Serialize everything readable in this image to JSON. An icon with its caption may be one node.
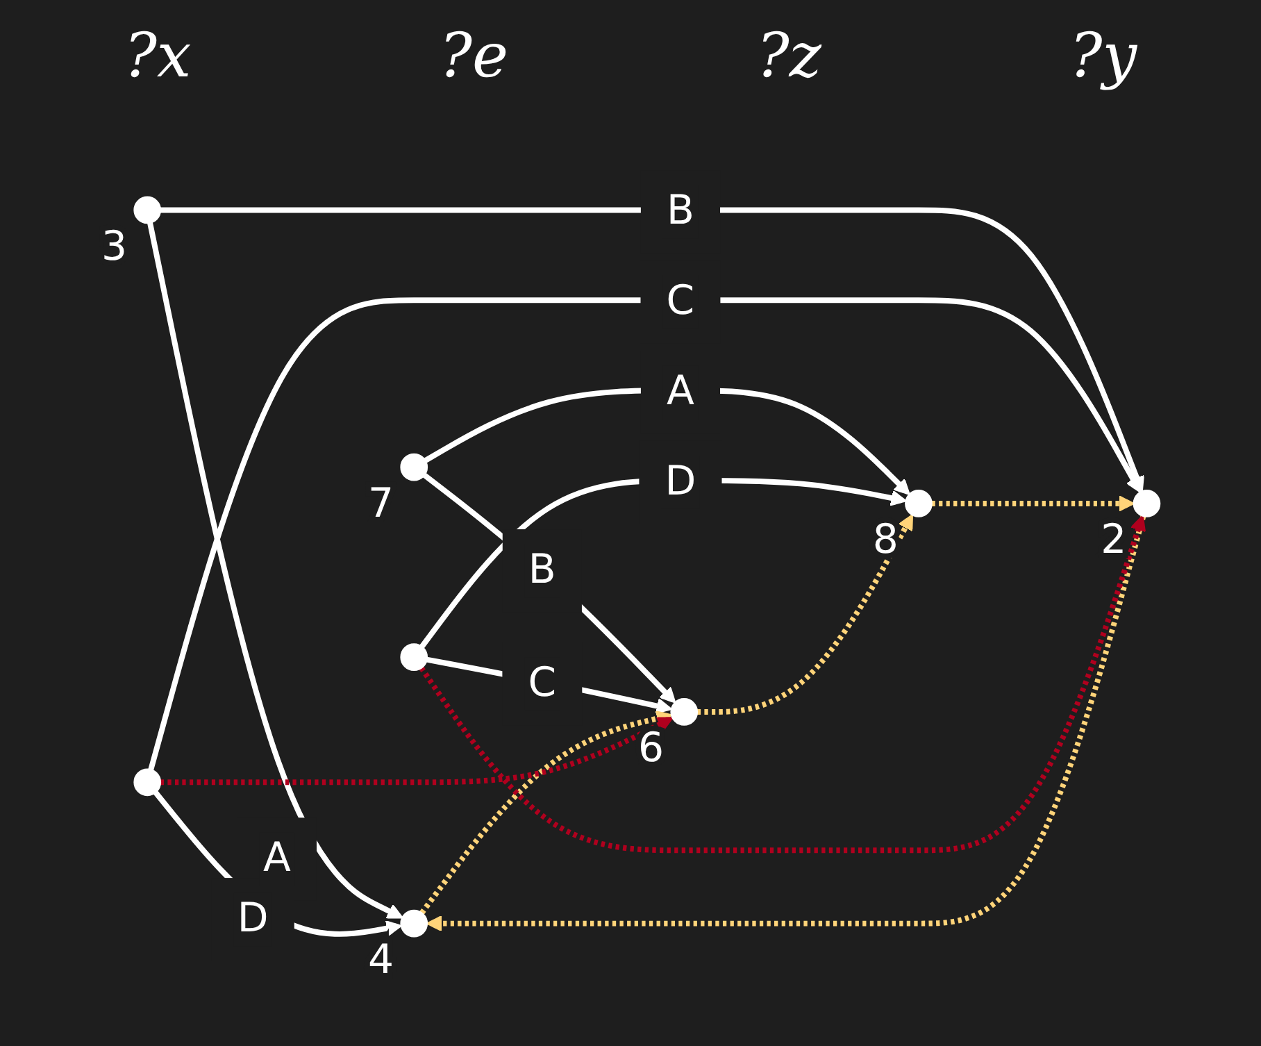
{
  "diagram": {
    "nodes": [
      {
        "text": [],
        "shape": "circle",
        "beside": [
          "4"
        ]
      },
      {
        "text": [],
        "shape": "circle"
      },
      {
        "text": [],
        "shape": "circle",
        "beside": [
          "3"
        ]
      },
      {
        "text": [],
        "shape": "circle",
        "beside": [
          "2"
        ]
      },
      {
        "text": [],
        "shape": "circle",
        "beside": [
          "8"
        ]
      },
      {
        "text": [],
        "shape": "circle"
      },
      {
        "text": [],
        "shape": "circle",
        "beside": [
          "7"
        ]
      },
      {
        "text": [],
        "shape": "circle",
        "beside": [
          "6"
        ]
      }
    ],
    "edges": [
      {
        "from": 2,
        "to": 0,
        "arrow": "to",
        "label": "A"
      },
      {
        "from": 2,
        "to": 3,
        "arrow": "to",
        "label": "B"
      },
      {
        "from": 1,
        "to": 0,
        "arrow": "to",
        "label": "D"
      },
      {
        "from": 1,
        "to": 3,
        "arrow": "to",
        "label": "C"
      },
      {
        "from": 6,
        "to": 4,
        "arrow": "to",
        "label": "A"
      },
      {
        "from": 6,
        "to": 7,
        "arrow": "to",
        "label": "B"
      },
      {
        "from": 5,
        "to": 4,
        "arrow": "to",
        "label": "D"
      },
      {
        "from": 5,
        "to": 7,
        "arrow": "to",
        "label": "C"
      },
      {
        "from": 3,
        "to": 0,
        "arrow": "to",
        "style": "dashed",
        "color": "#ffd479"
      },
      {
        "from": 0,
        "to": 7,
        "arrow": "to",
        "style": "dashed",
        "color": "#ffd479"
      },
      {
        "from": 4,
        "to": 3,
        "arrow": "to",
        "style": "dashed",
        "color": "#ffd479"
      },
      {
        "from": 7,
        "to": 4,
        "arrow": "to",
        "style": "dashed",
        "color": "#ffd479"
      },
      {
        "from": 1,
        "to": 7,
        "arrow": "to",
        "style": "dashed",
        "color": "#b0001e"
      },
      {
        "from": 5,
        "to": 3,
        "arrow": "to",
        "style": "dashed",
        "color": "#b0001e"
      }
    ],
    "labels": [
      "?x",
      "?e",
      "?z",
      "?y"
    ]
  }
}
